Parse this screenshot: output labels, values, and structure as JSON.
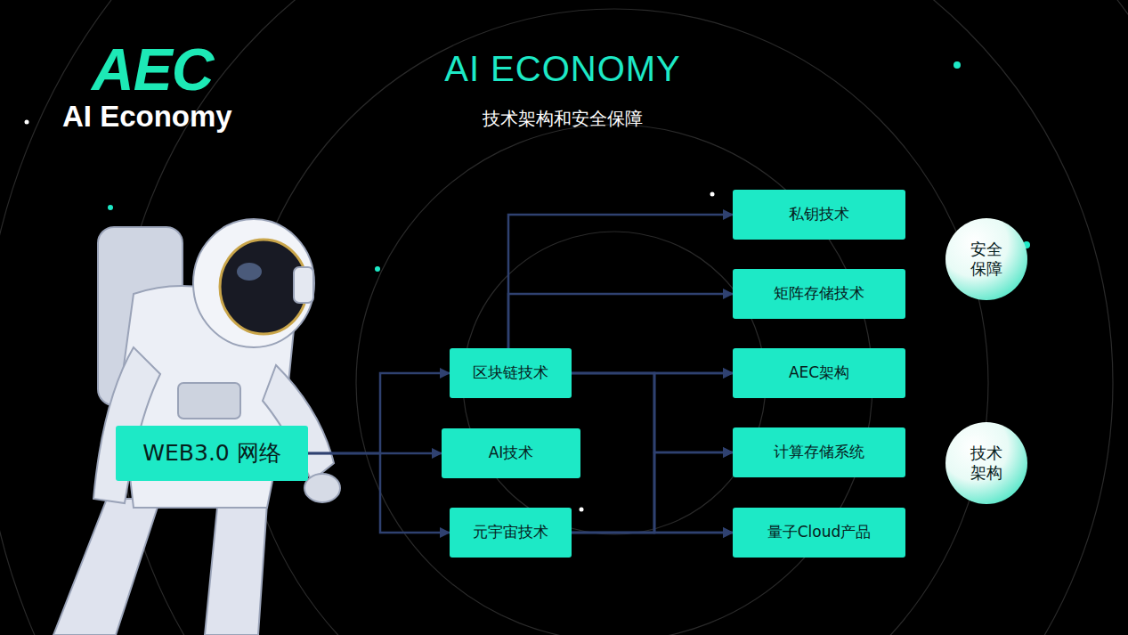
{
  "diagram": {
    "title": "AI ECONOMY",
    "nodes": [
      {
        "text": [
          "WEB3.0 网络"
        ]
      },
      {
        "text": [
          "区块链技术"
        ]
      },
      {
        "text": [
          "AI技术"
        ]
      },
      {
        "text": [
          "元宇宙技术"
        ]
      },
      {
        "text": [
          "私钥技术"
        ]
      },
      {
        "text": [
          "矩阵存储技术"
        ]
      },
      {
        "text": [
          "AEC架构"
        ]
      },
      {
        "text": [
          "计算存储系统"
        ]
      },
      {
        "text": [
          "量子Cloud产品"
        ]
      },
      {
        "text": [
          "安全保障"
        ]
      },
      {
        "text": [
          "技术架构"
        ]
      }
    ],
    "edges": [
      {
        "from": 0,
        "to": 1,
        "arrow": "to"
      },
      {
        "from": 0,
        "to": 2,
        "arrow": "to"
      },
      {
        "from": 0,
        "to": 3,
        "arrow": "to"
      },
      {
        "from": 1,
        "to": 4,
        "arrow": "to"
      },
      {
        "from": 1,
        "to": 5,
        "arrow": "to"
      },
      {
        "from": 1,
        "to": 6,
        "arrow": "to"
      },
      {
        "from": 1,
        "to": 7,
        "arrow": "to"
      },
      {
        "from": 1,
        "to": 8,
        "arrow": "to"
      },
      {
        "from": 3,
        "to": 6,
        "arrow": "to"
      },
      {
        "from": 3,
        "to": 7,
        "arrow": "to"
      },
      {
        "from": 3,
        "to": 8,
        "arrow": "to"
      }
    ],
    "labels": [
      "AEC",
      "AI Economy",
      "技术架构和安全保障"
    ]
  }
}
